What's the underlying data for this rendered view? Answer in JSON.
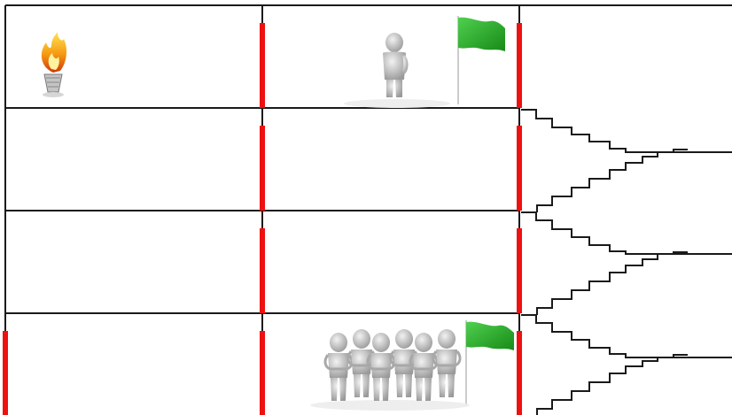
{
  "diagram": {
    "type": "bracket-grid",
    "rows": 4,
    "columns": 2,
    "bracket_side": "right",
    "line_color": "#1a1a1a",
    "marker_color": "#ee1111",
    "flag_color": "#22a822",
    "figure_color": "#bdbdbd",
    "flame_color": "#f59a10"
  },
  "cells": [
    {
      "row": 1,
      "col": 1,
      "content": "torch-icon"
    },
    {
      "row": 1,
      "col": 2,
      "content": "figure-with-flag-icon"
    },
    {
      "row": 2,
      "col": 1,
      "content": ""
    },
    {
      "row": 2,
      "col": 2,
      "content": ""
    },
    {
      "row": 3,
      "col": 1,
      "content": ""
    },
    {
      "row": 3,
      "col": 2,
      "content": ""
    },
    {
      "row": 4,
      "col": 1,
      "content": ""
    },
    {
      "row": 4,
      "col": 2,
      "content": "team-with-flag-icon"
    }
  ],
  "team": {
    "figure_count": 6
  }
}
